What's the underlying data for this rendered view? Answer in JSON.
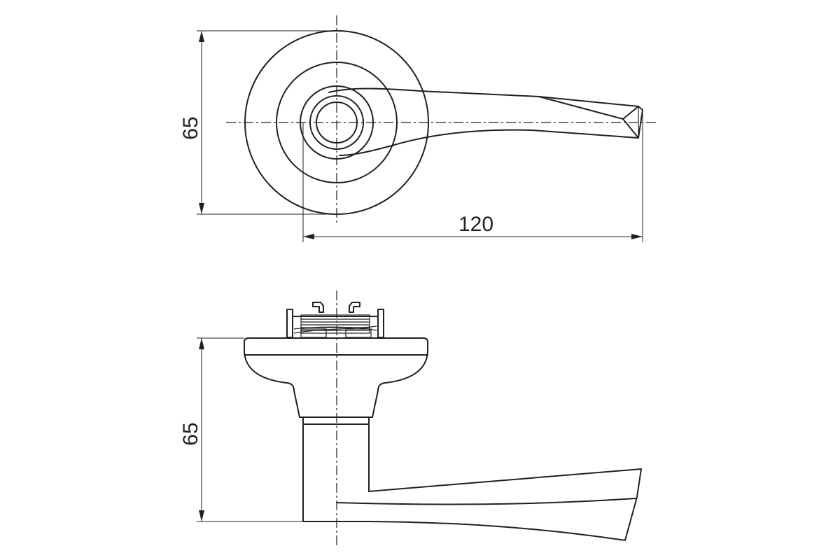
{
  "dimensions": {
    "top_height": "65",
    "top_length": "120",
    "side_height": "65"
  }
}
